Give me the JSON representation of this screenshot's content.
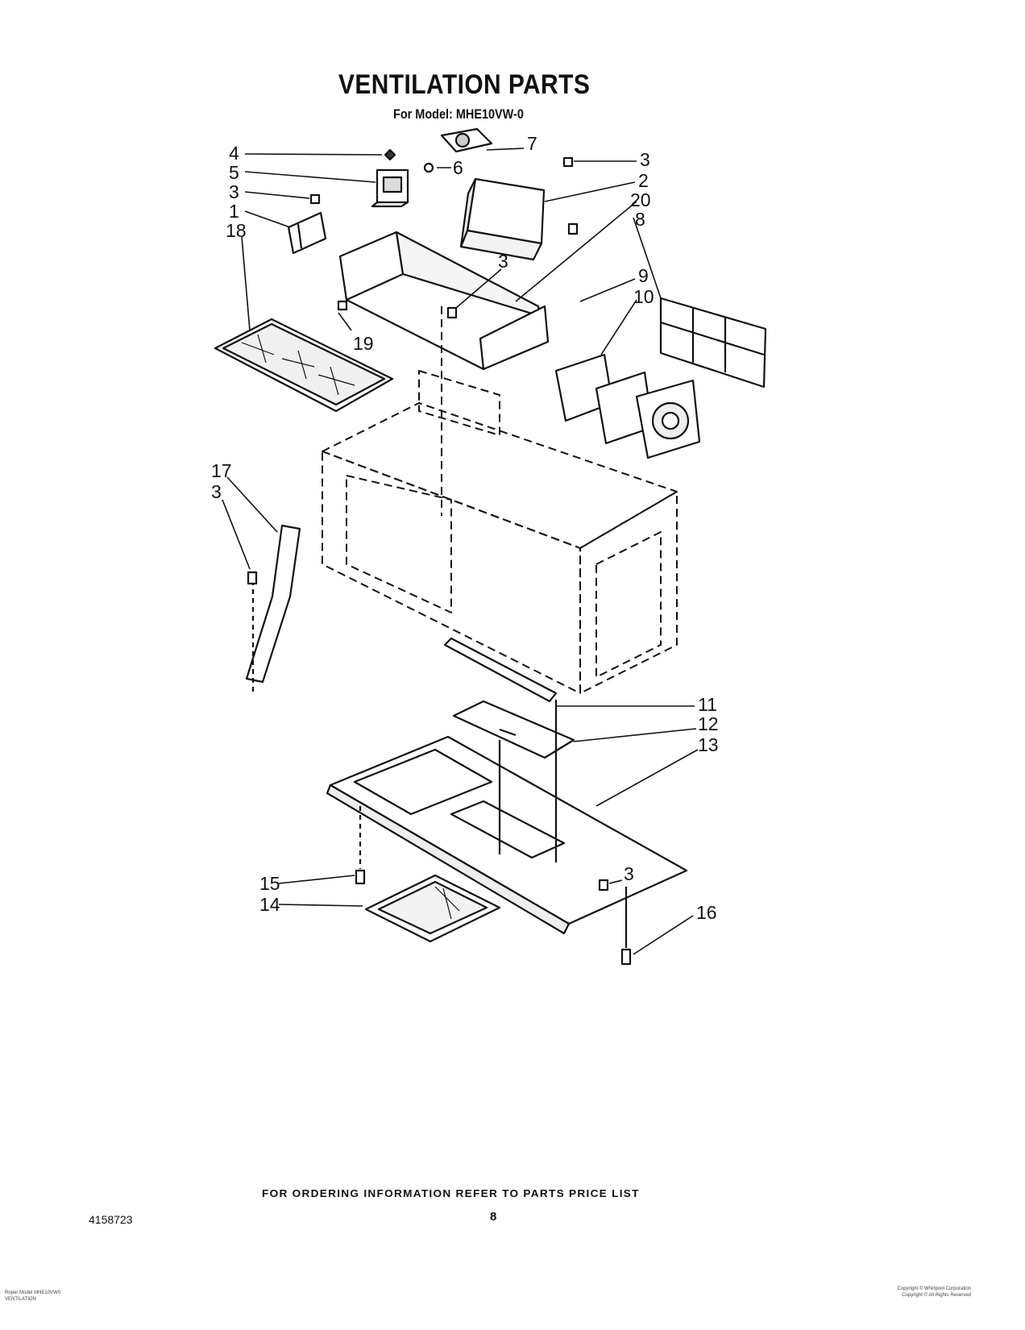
{
  "header": {
    "title": "VENTILATION PARTS",
    "subtitle": "For Model: MHE10VW-0"
  },
  "callouts": [
    "4",
    "5",
    "3",
    "1",
    "18",
    "7",
    "6",
    "3",
    "2",
    "20",
    "8",
    "3",
    "9",
    "10",
    "19",
    "17",
    "3",
    "11",
    "12",
    "13",
    "15",
    "14",
    "3",
    "16"
  ],
  "footer": {
    "ordering_note": "FOR ORDERING INFORMATION REFER TO PARTS PRICE LIST",
    "doc_number": "4158723",
    "page_number": "8",
    "left_fine_print_1": "Roper Model MHE10VW0",
    "left_fine_print_2": "VENTILATION",
    "right_fine_print_1": "Copyright © Whirlpool Corporation",
    "right_fine_print_2": "Copyright © All Rights Reserved"
  }
}
